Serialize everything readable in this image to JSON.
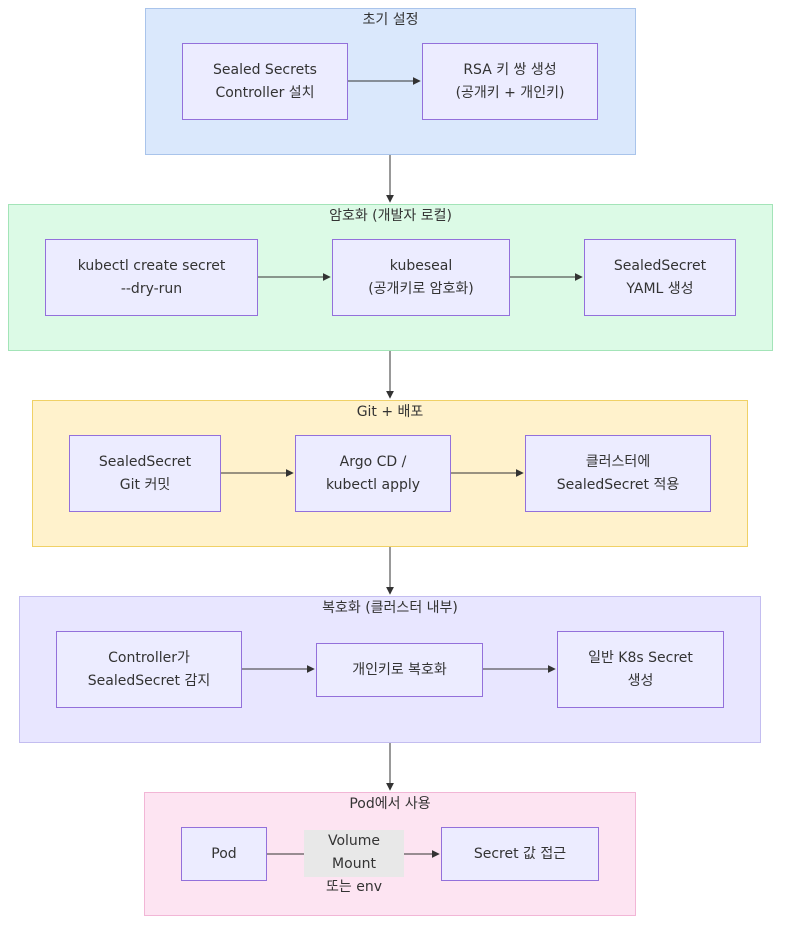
{
  "colors": {
    "node_fill": "#ECECFF",
    "node_border": "#9370DB",
    "edge": "#333333",
    "init_fill": "#DAE8FC",
    "init_border": "#A9C4EB",
    "encrypt_fill": "#DCFAE6",
    "encrypt_border": "#A3E4B8",
    "deploy_fill": "#FFF2CC",
    "deploy_border": "#F0D166",
    "decrypt_fill": "#E8E6FF",
    "decrypt_border": "#C3BDF0",
    "pod_fill": "#FDE4F2",
    "pod_border": "#F2B6D6"
  },
  "groups": {
    "init": {
      "title": "초기 설정",
      "controller": [
        "Sealed Secrets",
        "Controller 설치"
      ],
      "rsa": [
        "RSA 키 쌍 생성",
        "(공개키 + 개인키)"
      ]
    },
    "encrypt": {
      "title": "암호화 (개발자 로컬)",
      "create": [
        "kubectl create secret",
        "--dry-run"
      ],
      "kubeseal": [
        "kubeseal",
        "(공개키로 암호화)"
      ],
      "yaml": [
        "SealedSecret",
        "YAML 생성"
      ]
    },
    "deploy": {
      "title": "Git + 배포",
      "commit": [
        "SealedSecret",
        "Git 커밋"
      ],
      "argo": [
        "Argo CD /",
        "kubectl apply"
      ],
      "apply": [
        "클러스터에",
        "SealedSecret 적용"
      ]
    },
    "decrypt": {
      "title": "복호화 (클러스터 내부)",
      "detect": [
        "Controller가",
        "SealedSecret 감지"
      ],
      "private": [
        "개인키로 복호화"
      ],
      "k8s": [
        "일반 K8s Secret",
        "생성"
      ]
    },
    "pod": {
      "title": "Pod에서 사용",
      "pod": [
        "Pod"
      ],
      "edge_label": [
        "Volume Mount",
        "또는 env"
      ],
      "access": [
        "Secret 값 접근"
      ]
    }
  }
}
